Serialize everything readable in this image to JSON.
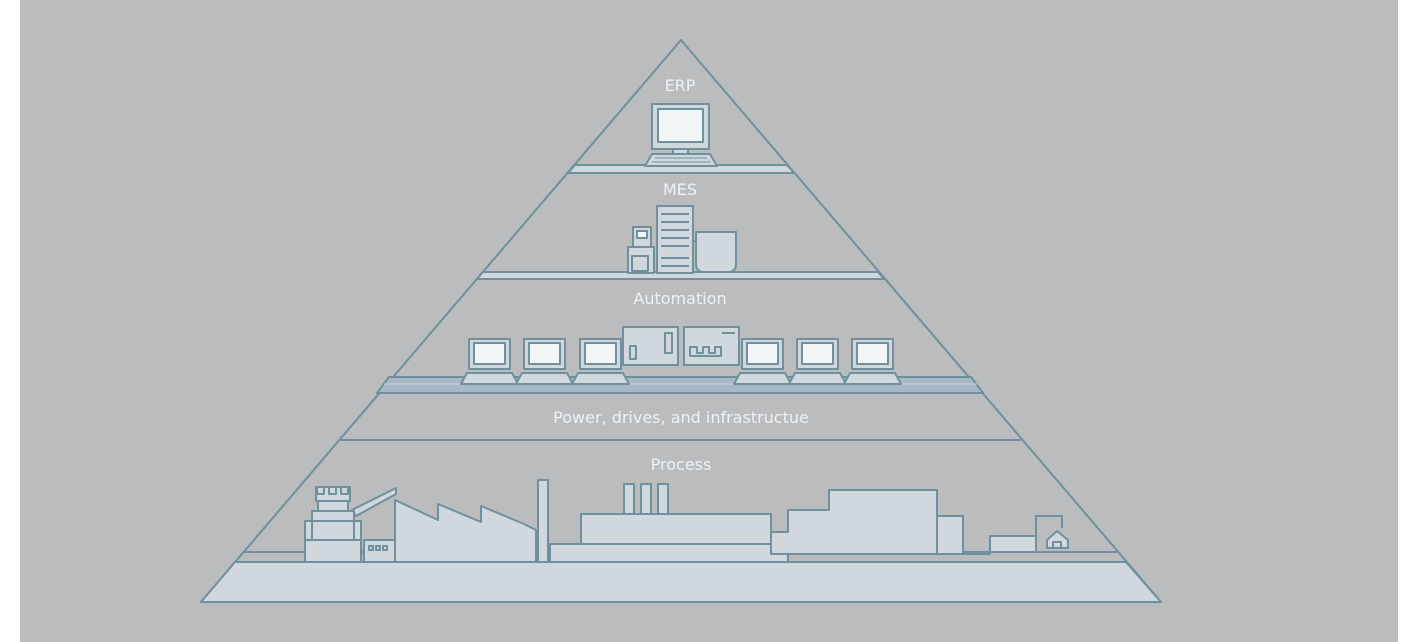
{
  "pyramid": {
    "levels": [
      {
        "id": "erp",
        "label": "ERP"
      },
      {
        "id": "mes",
        "label": "MES"
      },
      {
        "id": "automation",
        "label": "Automation"
      },
      {
        "id": "power",
        "label": "Power, drives, and infrastructue"
      },
      {
        "id": "process",
        "label": "Process"
      }
    ]
  },
  "colors": {
    "background": "#bbbcbe",
    "line": "#6f909c",
    "fill_light": "#d0d8de",
    "fill_band": "#a7b9c4",
    "label": "#eef2f5"
  }
}
